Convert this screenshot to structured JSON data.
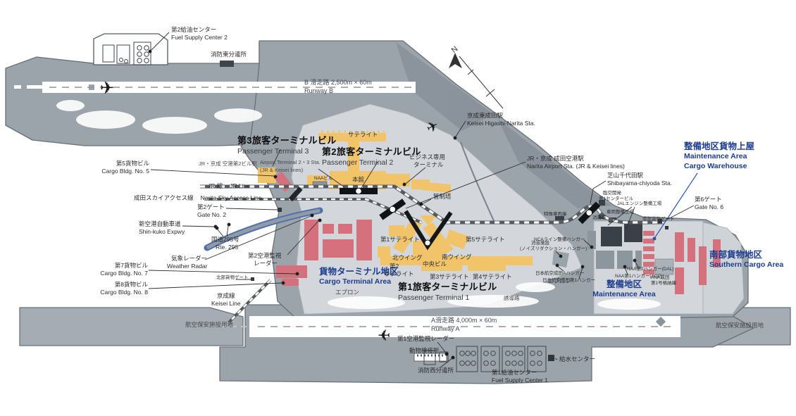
{
  "colors": {
    "land": "#9ba3ab",
    "land_dark": "#848c95",
    "terminal_zone": "#d3d7db",
    "building_yellow": "#f1c469",
    "building_red": "#d4717d",
    "hangar_dark": "#3a4047",
    "rail_dark": "#555555",
    "expressway_blue": "#4a72b0",
    "area_label_blue": "#1c3c8f",
    "runway_white": "#ffffff"
  },
  "icons": {
    "airplane": "✈"
  },
  "labels": {
    "fuel2": {
      "jp": "第2給油センター",
      "en": "Fuel Supply Center 2"
    },
    "fire_east": {
      "jp": "消防東分遣所"
    },
    "runway_b": {
      "jp": "B 滑走路 2,500m × 60m",
      "en": "Runway B"
    },
    "cargo5": {
      "jp": "第5貨物ビル",
      "en": "Cargo Bldg. No. 5"
    },
    "t3": {
      "jp": "第3旅客ターミナルビル",
      "en": "Passenger Terminal 3"
    },
    "t23_station": {
      "jp": "JR・京成 空港第2ビル駅",
      "en": "Airport Terminal 2・3 Sta.",
      "en2": "(JR & Keisei lines)"
    },
    "t2": {
      "jp": "第2旅客ターミナルビル",
      "en": "Passenger Terminal 2"
    },
    "satellite": {
      "jp": "サテライト"
    },
    "business_terminal": {
      "jp": "ビジネス専用",
      "jp2": "ターミナル"
    },
    "honkan": {
      "jp": "本館"
    },
    "naa_bldg": {
      "jp": "NAAビル"
    },
    "jr_line": {
      "jp": "JR 線",
      "en": "JR Line"
    },
    "sky_access": {
      "jp": "成田スカイアクセス線",
      "en": "Narita Sky Access Line"
    },
    "gate2": {
      "jp": "第2ゲート",
      "en": "Gate No. 2"
    },
    "shinkuko": {
      "jp": "新空港自動車道",
      "en": "Shin-kuko Expwy"
    },
    "rte295": {
      "jp": "国道295号",
      "en": "Rte. 295"
    },
    "higashi_narita": {
      "jp": "京成東成田駅",
      "en": "Keisei Higashi-Narita Sta."
    },
    "narita_station": {
      "jp": "JR・京成 成田空港駅",
      "en": "Narita Airport Sta. (JR & Keisei lines)"
    },
    "shibayama": {
      "jp": "芝山千代田駅",
      "en": "Shibayama-chiyoda Sta."
    },
    "control_tower": {
      "jp": "管制塔"
    },
    "maintenance_cargo": {
      "jp": "整備地区貨物上屋",
      "en": "Maintenance Area",
      "en2": "Cargo Warehouse"
    },
    "gate6": {
      "jp": "第6ゲート",
      "en": "Gate No. 6"
    },
    "rinku_center": {
      "jp": "臨空開発",
      "jp2": "第1センタービル"
    },
    "jal_engine": {
      "jp": "JALエンジン整備工場"
    },
    "special_vehicle": {
      "jp": "特殊車両庫"
    },
    "fire_station": {
      "jp": "消防署"
    },
    "vehicle_maintenance": {
      "jp": "車両整備工場"
    },
    "south_cargo_gate": {
      "jp": "南部貨物ゲート"
    },
    "nca_hangar": {
      "jp": "NCAライン整備ハンガー"
    },
    "noise_reduction": {
      "jp": "消音施設",
      "jp2": "(ノイズリダクション・ハンガー)"
    },
    "jal_a_hangar": {
      "jp": "日本航空成田Aハンガー"
    },
    "jal_1_hangar": {
      "jp": "日本航空成田第1ハンガー"
    },
    "naa2_hangar": {
      "jp": "NAA第2ハンガー(DAL)"
    },
    "naa1_hangar": {
      "jp": "NAA第1ハンガー(AGP)"
    },
    "ana_hangar": {
      "jp": "ANA成田",
      "jp2": "第1号格納庫"
    },
    "southern_cargo": {
      "jp": "南部貨物地区",
      "en": "Southern Cargo Area"
    },
    "maintenance_area": {
      "jp": "整備地区",
      "en": "Maintenance Area"
    },
    "apron_right": {
      "jp": "エプロン"
    },
    "apron_left": {
      "jp": "エプロン"
    },
    "weather_radar": {
      "jp": "気象レーダー",
      "en": "Weather Radar"
    },
    "radar2": {
      "jp": "第2空港監視",
      "jp2": "レーダー"
    },
    "cargo7": {
      "jp": "第7貨物ビル",
      "en": "Cargo Bldg. No. 7"
    },
    "north_cargo_gate": {
      "jp": "北部貨物ゲート"
    },
    "cargo8": {
      "jp": "第8貨物ビル",
      "en": "Cargo Bldg. No. 8"
    },
    "keisei_line": {
      "jp": "京成線",
      "en": "Keisei Line"
    },
    "cargo_terminal": {
      "jp": "貨物ターミナル地区",
      "en": "Cargo Terminal Area"
    },
    "sat1": {
      "jp": "第1サテライト"
    },
    "sat5": {
      "jp": "第5サテライト"
    },
    "north_wing": {
      "jp": "北ウイング"
    },
    "south_wing": {
      "jp": "南ウイング"
    },
    "central_bldg": {
      "jp": "中央ビル"
    },
    "sat2": {
      "jp": "第2",
      "jp2": "サテライト"
    },
    "sat3": {
      "jp": "第3サテライト"
    },
    "sat4": {
      "jp": "第4サテライト"
    },
    "t1": {
      "jp": "第1旅客ターミナルビル",
      "en": "Passenger Terminal 1"
    },
    "taxiway": {
      "jp": "誘導路"
    },
    "runway_a": {
      "jp": "A滑走路 4,000m × 60m",
      "en": "Runway A"
    },
    "radar1": {
      "jp": "第1空港監視レーダー"
    },
    "animal_quarantine": {
      "jp": "動物検疫所"
    },
    "fire_west": {
      "jp": "消防西分遣所"
    },
    "fuel1": {
      "jp": "第1給油センター",
      "en": "Fuel Supply Center 1"
    },
    "water_center": {
      "jp": "給水センター"
    },
    "security_left": {
      "jp": "航空保安施設用地"
    },
    "security_right": {
      "jp": "航空保安施設用地"
    },
    "compass": {
      "n": "N"
    }
  }
}
